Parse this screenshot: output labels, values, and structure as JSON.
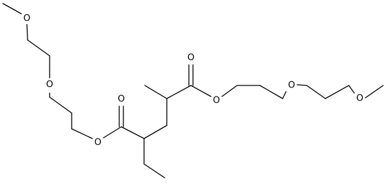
{
  "diagram": {
    "kind": "skeletal structural formula",
    "line_color": "#000000",
    "background_color": "#ffffff",
    "atom_labels": [
      {
        "id": "o_methoxy_left",
        "text": "O"
      },
      {
        "id": "o_ether_left",
        "text": "O"
      },
      {
        "id": "o_ester_left",
        "text": "O"
      },
      {
        "id": "o_carbonyl_left",
        "text": "O"
      },
      {
        "id": "o_carbonyl_right",
        "text": "O"
      },
      {
        "id": "o_ester_right",
        "text": "O"
      },
      {
        "id": "o_ether_right",
        "text": "O"
      },
      {
        "id": "o_methoxy_right",
        "text": "O"
      }
    ]
  }
}
